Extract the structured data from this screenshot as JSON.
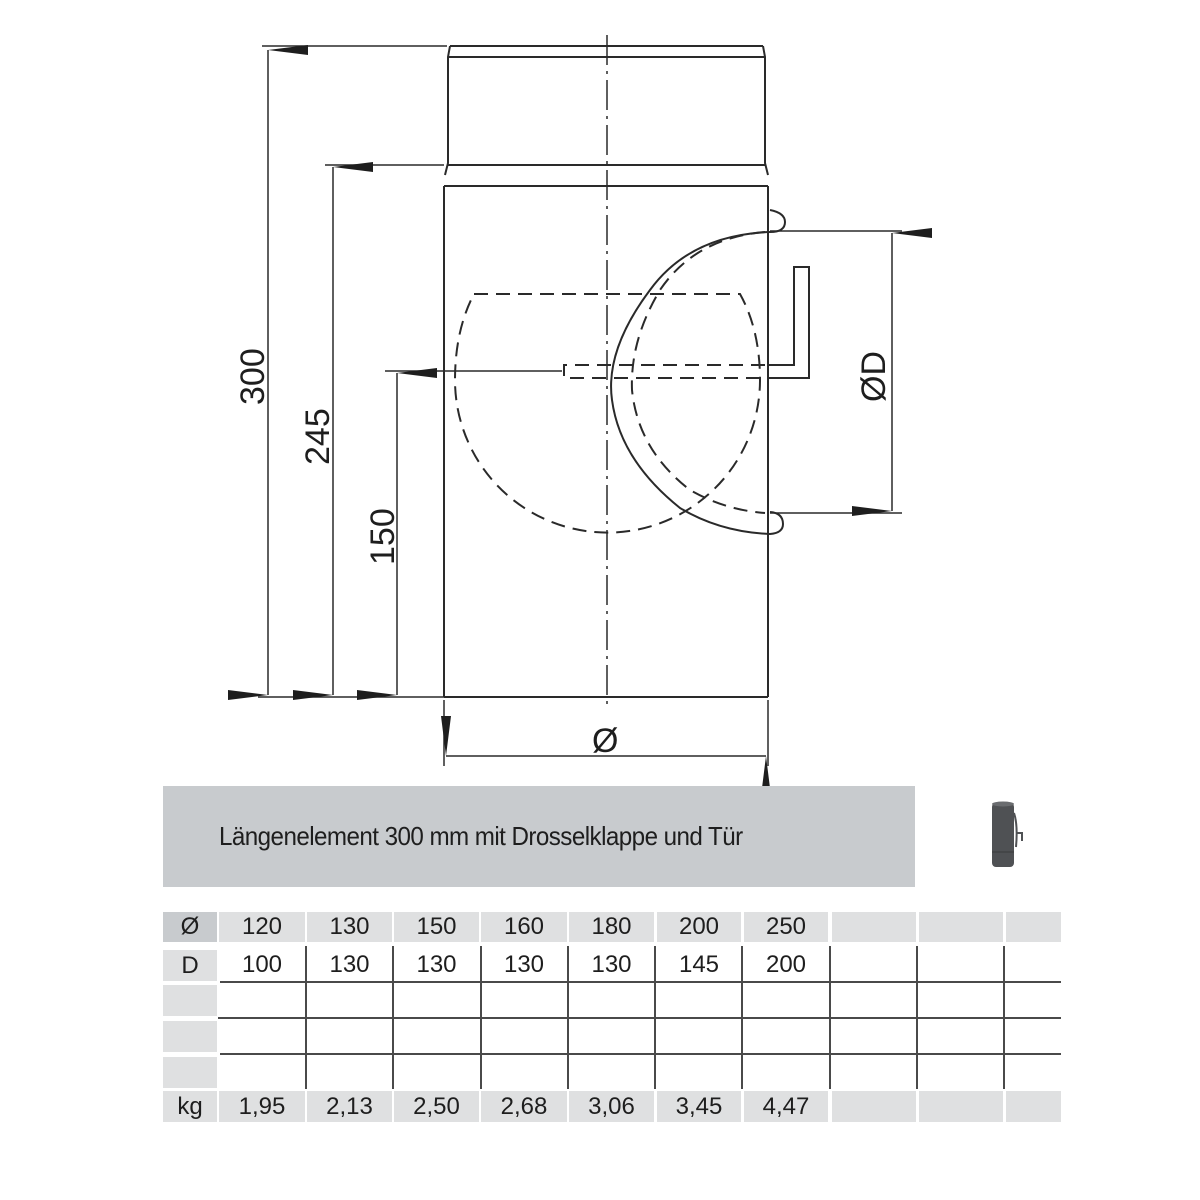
{
  "drawing": {
    "dimensions": {
      "total_height": "300",
      "mid_height": "245",
      "damper_height": "150",
      "diameter": "Ø",
      "door_diameter": "ØD"
    }
  },
  "product": {
    "title": "Längenelement 300 mm mit Drosselklappe und Tür",
    "thumbnail_icon": "pipe-with-damper-and-door-icon"
  },
  "table": {
    "row_labels": [
      "Ø",
      "D",
      "",
      "",
      "",
      "kg"
    ],
    "columns": 10,
    "rows": {
      "diameter": [
        "120",
        "130",
        "150",
        "160",
        "180",
        "200",
        "250",
        "",
        "",
        ""
      ],
      "door_diameter": [
        "100",
        "130",
        "130",
        "130",
        "130",
        "145",
        "200",
        "",
        "",
        ""
      ],
      "empty_1": [
        "",
        "",
        "",
        "",
        "",
        "",
        "",
        "",
        "",
        ""
      ],
      "empty_2": [
        "",
        "",
        "",
        "",
        "",
        "",
        "",
        "",
        "",
        ""
      ],
      "empty_3": [
        "",
        "",
        "",
        "",
        "",
        "",
        "",
        "",
        "",
        ""
      ],
      "weight_kg": [
        "1,95",
        "2,13",
        "2,50",
        "2,68",
        "3,06",
        "3,45",
        "4,47",
        "",
        "",
        ""
      ]
    }
  },
  "colors": {
    "line": "#2a2a2a",
    "title_bg": "#c8cbce",
    "cell_shade": "#dfe0e1",
    "grid": "#4a4a4a"
  }
}
